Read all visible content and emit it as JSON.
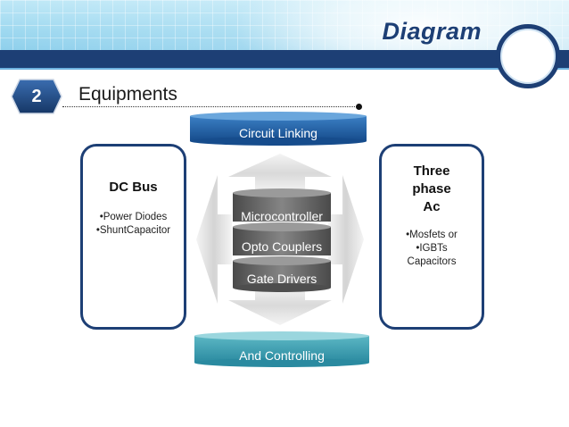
{
  "header": {
    "title": "Diagram"
  },
  "section": {
    "number": "2",
    "title": "Equipments"
  },
  "top_cylinder": {
    "label": "Circuit Linking"
  },
  "bottom_cylinder": {
    "label": "And Controlling"
  },
  "center_stack": [
    {
      "label": "Microcontroller"
    },
    {
      "label": "Opto Couplers"
    },
    {
      "label": "Gate Drivers"
    }
  ],
  "left_box": {
    "title": "DC Bus",
    "items": [
      "•Power Diodes",
      "•ShuntCapacitor"
    ]
  },
  "right_box": {
    "title_lines": [
      "Three",
      "phase",
      "Ac"
    ],
    "items": [
      "•Mosfets or",
      "•IGBTs",
      "Capacitors"
    ]
  },
  "colors": {
    "navy": "#1d3f75",
    "cylinder_blue": "#1f5fa6",
    "cylinder_teal": "#3f9fb0",
    "stack_gray": "#6a6a6a"
  }
}
